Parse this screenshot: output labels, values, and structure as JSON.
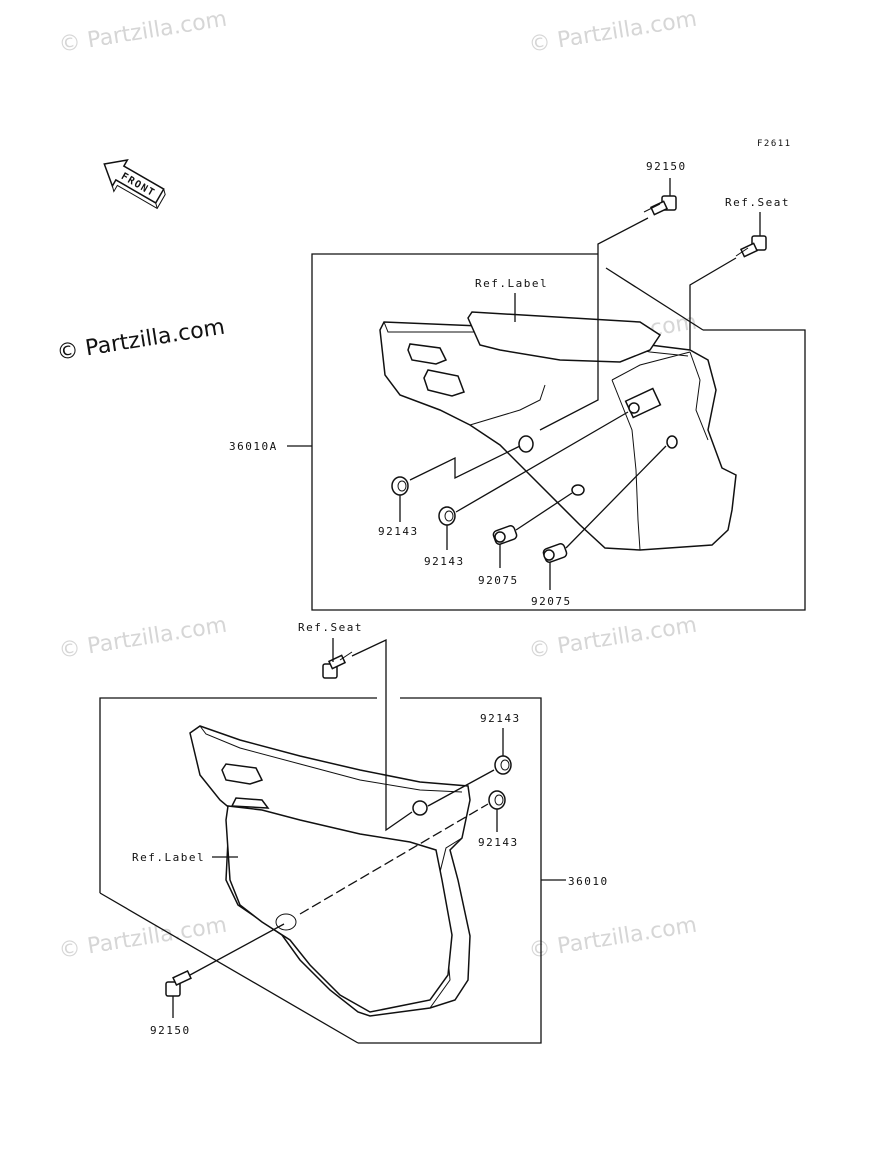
{
  "figure_code": "F2611",
  "front_arrow_label": "FRONT",
  "watermark": "© Partzilla.com",
  "upper_assembly": {
    "part_number": "36010A",
    "callouts": {
      "bolt_top": "92150",
      "ref_seat": "Ref.Seat",
      "ref_label": "Ref.Label",
      "grommet_a": "92143",
      "grommet_b": "92143",
      "damper_a": "92075",
      "damper_b": "92075"
    }
  },
  "lower_assembly": {
    "part_number": "36010",
    "callouts": {
      "ref_seat": "Ref.Seat",
      "grommet_a": "92143",
      "grommet_b": "92143",
      "ref_label": "Ref.Label",
      "bolt_bottom": "92150"
    }
  }
}
